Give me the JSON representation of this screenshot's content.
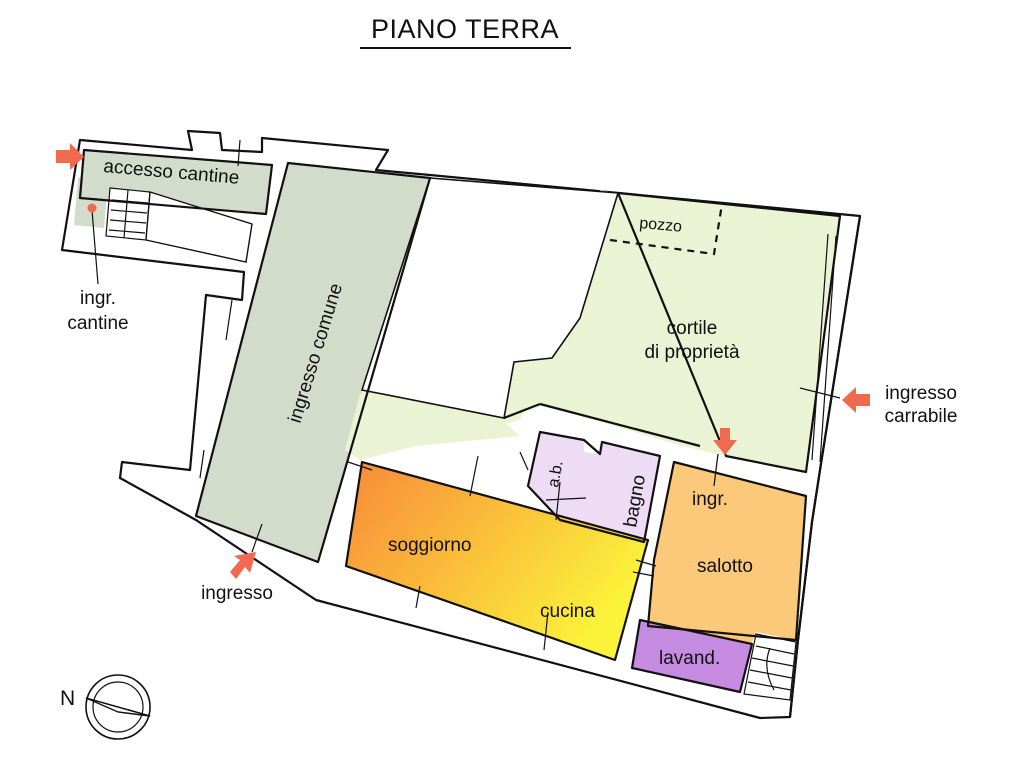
{
  "title": "PIANO TERRA",
  "colors": {
    "wall": "#111111",
    "wall_fill": "#ffffff",
    "cantine": "#d3dbca",
    "ingresso_comune": "#d3dbca",
    "cortile": "#eaf3d4",
    "soggiorno_start": "#f8893a",
    "soggiorno_end": "#fbf33a",
    "bagno": "#eedcf5",
    "salotto": "#fcc87a",
    "lavanderia": "#c58be0",
    "arrow": "#ef6a4f",
    "ingr_cantine_dot": "#ef6a4f"
  },
  "rooms": {
    "accesso_cantine": "accesso cantine",
    "ingresso_comune": "ingresso comune",
    "pozzo": "pozzo",
    "cortile_line1": "cortile",
    "cortile_line2": "di proprietà",
    "ab": "a.b.",
    "bagno": "bagno",
    "ingr": "ingr.",
    "soggiorno": "soggiorno",
    "cucina": "cucina",
    "salotto": "salotto",
    "lavand": "lavand."
  },
  "labels": {
    "ingr_cantine_line1": "ingr.",
    "ingr_cantine_line2": "cantine",
    "ingresso": "ingresso",
    "ingresso_carrabile_line1": "ingresso",
    "ingresso_carrabile_line2": "carrabile"
  },
  "compass": {
    "label": "N"
  }
}
